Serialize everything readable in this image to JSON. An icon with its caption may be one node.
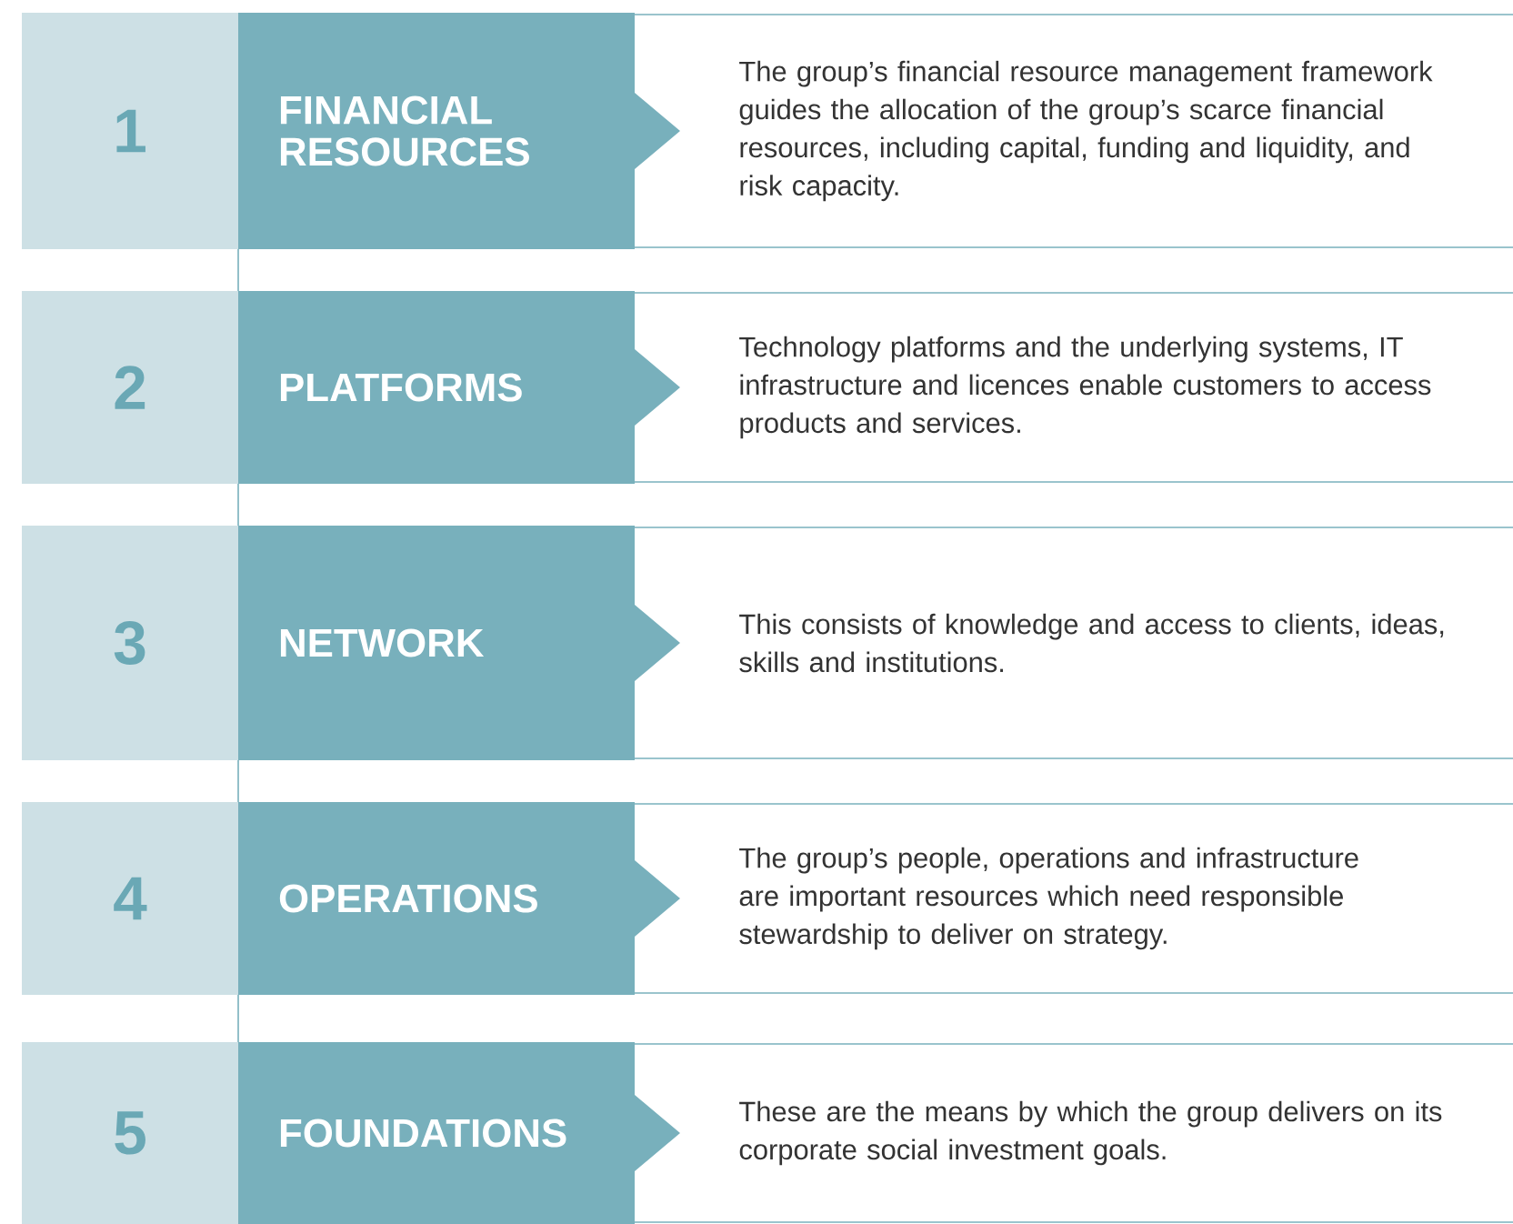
{
  "diagram": {
    "nodes": [
      {
        "text": [
          "1"
        ]
      },
      {
        "text": [
          "FINANCIAL RESOURCES"
        ]
      },
      {
        "text": [
          "The group’s financial resource management framework guides the allocation of the group’s scarce financial resources, including capital, funding and liquidity, and risk capacity."
        ]
      },
      {
        "text": [
          "2"
        ]
      },
      {
        "text": [
          "PLATFORMS"
        ]
      },
      {
        "text": [
          "Technology platforms and the underlying systems, IT infrastructure and licences enable customers to access products and services."
        ]
      },
      {
        "text": [
          "3"
        ]
      },
      {
        "text": [
          "NETWORK"
        ]
      },
      {
        "text": [
          "This consists of knowledge and access to clients, ideas, skills and institutions."
        ]
      },
      {
        "text": [
          "4"
        ]
      },
      {
        "text": [
          "OPERATIONS"
        ]
      },
      {
        "text": [
          "The group’s people, operations and infrastructure are important resources which need responsible stewardship to deliver on strategy."
        ]
      },
      {
        "text": [
          "5"
        ]
      },
      {
        "text": [
          "FOUNDATIONS"
        ]
      },
      {
        "text": [
          "These are the means by which the group delivers on its corporate social investment goals."
        ]
      }
    ]
  }
}
